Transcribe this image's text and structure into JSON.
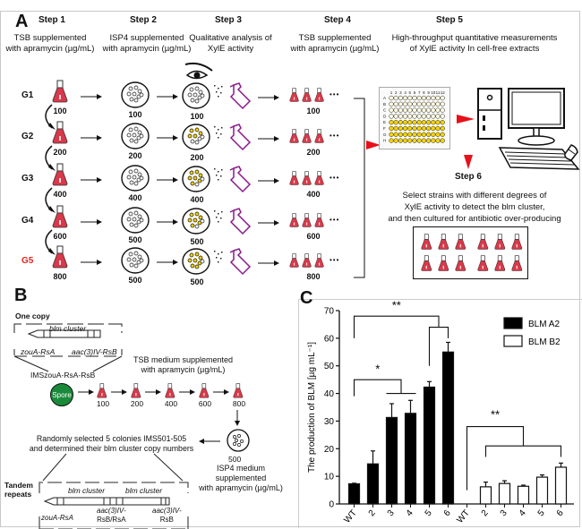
{
  "panelA": {
    "letter": "A",
    "steps": [
      {
        "label": "Step 1",
        "desc": [
          "TSB supplemented",
          "with apramycin (µg/mL)"
        ]
      },
      {
        "label": "Step 2",
        "desc": [
          "ISP4 supplemented",
          "with apramycin (µg/mL)"
        ]
      },
      {
        "label": "Step 3",
        "desc": [
          "Qualitative analysis of",
          "XylE activity"
        ]
      },
      {
        "label": "Step 4",
        "desc": [
          "TSB supplemented",
          "with apramycin (µg/mL)"
        ]
      },
      {
        "label": "Step 5",
        "desc": [
          "High-throughput quantitative measurements",
          "of XylE activity In cell-free extracts"
        ]
      }
    ],
    "generations": [
      {
        "name": "G1",
        "step1": "100",
        "step2": "100",
        "step3": "100",
        "step4": "100",
        "color": "#111111"
      },
      {
        "name": "G2",
        "step1": "200",
        "step2": "200",
        "step3": "200",
        "step4": "200",
        "color": "#111111"
      },
      {
        "name": "G3",
        "step1": "400",
        "step2": "400",
        "step3": "400",
        "step4": "400",
        "color": "#111111"
      },
      {
        "name": "G4",
        "step1": "600",
        "step2": "500",
        "step3": "500",
        "step4": "600",
        "color": "#111111"
      },
      {
        "name": "G5",
        "step1": "800",
        "step2": "500",
        "step3": "500",
        "step4": "800",
        "color": "#e8231f"
      }
    ],
    "ellipsis": "•••",
    "plate": {
      "columns": [
        "1",
        "2",
        "3",
        "4",
        "5",
        "6",
        "7",
        "8",
        "9",
        "10",
        "11",
        "12"
      ],
      "rows": [
        "A",
        "B",
        "C",
        "D",
        "E",
        "F",
        "G",
        "H"
      ]
    },
    "step6": {
      "label": "Step 6",
      "desc": [
        "Select strains with different degrees of",
        "XylE activity to detect the blm cluster,",
        "and then cultured  for antibiotic over-producing"
      ]
    },
    "colors": {
      "flask": "#d9394a",
      "sprayer": "#8b1a8b",
      "arrow_red": "#e8101a",
      "colony_yellow": "#f5d400"
    }
  },
  "panelB": {
    "letter": "B",
    "one_copy": "One copy",
    "blm_cluster": "blm cluster",
    "zouA": "zouA-RsA",
    "aac": "aac(3)IV-RsB",
    "ims": "IMSzouA-RsA-RsB",
    "spore": "Spore",
    "tsb": [
      "TSB medium supplemented",
      "with apramycin (µg/mL)"
    ],
    "concentrations": [
      "100",
      "200",
      "400",
      "600",
      "800"
    ],
    "plate_value": "500",
    "isp4": [
      "ISP4 medium supplemented",
      "with apramycin (µg/mL)"
    ],
    "random": [
      "Randomly selected 5 colonies IMS501-505",
      "and determined their blm cluster copy numbers"
    ],
    "tandem": [
      "Tandem",
      "repeats"
    ],
    "tandem_labels": [
      "zouA-RsA",
      "aac(3)IV-",
      "RsB/RsA",
      "aac(3)IV-",
      "RsB"
    ],
    "spore_color": "#1a8a3a"
  },
  "panelC": {
    "letter": "C",
    "chart_data": {
      "type": "bar",
      "title": "",
      "xlabel": "",
      "ylabel": "The production of BLM [µg mL⁻¹]",
      "ylim": [
        0,
        70
      ],
      "yticks": [
        "0",
        "10",
        "20",
        "30",
        "40",
        "50",
        "60",
        "70"
      ],
      "categories": [
        "WT",
        "2",
        "3",
        "4",
        "5",
        "6",
        "WT",
        "2",
        "3",
        "4",
        "5",
        "6"
      ],
      "series": [
        {
          "name": "BLM A2",
          "color": "#000000",
          "values": [
            7.3,
            14.5,
            31.3,
            32.8,
            42.3,
            55.0
          ],
          "errors": [
            0.2,
            4.7,
            5.0,
            4.7,
            2.0,
            3.5
          ],
          "category_index": [
            0,
            1,
            2,
            3,
            4,
            5
          ]
        },
        {
          "name": "BLM B2",
          "color": "#ffffff",
          "values": [
            0,
            6.2,
            7.4,
            6.4,
            9.7,
            13.3
          ],
          "errors": [
            0,
            1.7,
            1.0,
            0.4,
            0.8,
            1.5
          ],
          "category_index": [
            6,
            7,
            8,
            9,
            10,
            11
          ]
        }
      ],
      "legend": "top-right",
      "annotations": [
        {
          "text": "**",
          "compare": "A2 WT vs A2 5,6"
        },
        {
          "text": "*",
          "compare": "A2 WT vs A2 3,4"
        },
        {
          "text": "**",
          "compare": "B2 WT vs B2 2-6"
        }
      ]
    }
  }
}
